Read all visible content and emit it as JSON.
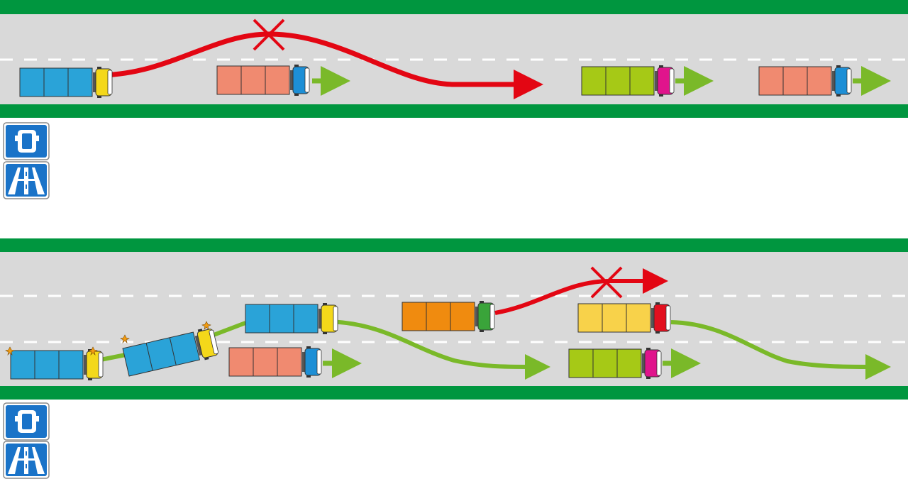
{
  "colors": {
    "road": "#d9d9d9",
    "verge": "#00963f",
    "lane_marking": "#ffffff",
    "forbidden_path": "#e30613",
    "allowed_path": "#7ab929",
    "sign_blue": "#1a73c8",
    "sign_border": "#8a8a8a"
  },
  "icons": {
    "road_sign_1": "motorway-car-icon",
    "road_sign_2": "motorway-start-icon",
    "forbidden_mark": "cross-icon",
    "hazard_lights": "hazard-light-icon"
  },
  "scenes": [
    {
      "lanes": 2,
      "trucks": [
        {
          "trailer_color": "#2aa3d8",
          "cab_color": "#f4d81a",
          "moving": false
        },
        {
          "trailer_color": "#f08a70",
          "cab_color": "#1d8fd6",
          "moving": true
        },
        {
          "trailer_color": "#a6c916",
          "cab_color": "#e0148c",
          "moving": true
        },
        {
          "trailer_color": "#f08a70",
          "cab_color": "#1d8fd6",
          "moving": true
        }
      ],
      "paths": [
        {
          "kind": "forbidden",
          "crossed": true
        }
      ]
    },
    {
      "lanes": 3,
      "trucks": [
        {
          "trailer_color": "#2aa3d8",
          "cab_color": "#f4d81a",
          "moving": false,
          "hazard": true
        },
        {
          "trailer_color": "#2aa3d8",
          "cab_color": "#f4d81a",
          "moving": false,
          "hazard": true
        },
        {
          "trailer_color": "#2aa3d8",
          "cab_color": "#f4d81a",
          "moving": true
        },
        {
          "trailer_color": "#f08a70",
          "cab_color": "#1d8fd6",
          "moving": true
        },
        {
          "trailer_color": "#f08b0f",
          "cab_color": "#3aa43a",
          "moving": true
        },
        {
          "trailer_color": "#f8d24a",
          "cab_color": "#e2101f",
          "moving": true
        },
        {
          "trailer_color": "#a6c916",
          "cab_color": "#e0148c",
          "moving": true
        }
      ],
      "paths": [
        {
          "kind": "allowed",
          "crossed": false
        },
        {
          "kind": "forbidden",
          "crossed": true
        },
        {
          "kind": "allowed",
          "crossed": false
        }
      ]
    }
  ]
}
